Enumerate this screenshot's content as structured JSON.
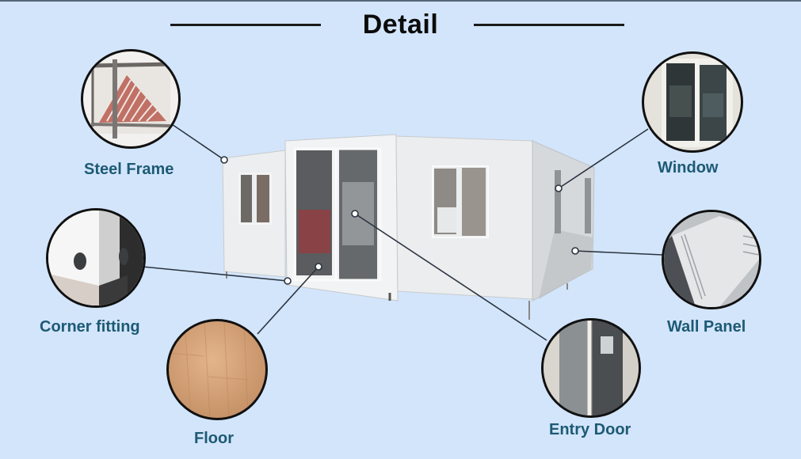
{
  "header": {
    "title": "Detail"
  },
  "colors": {
    "background": "#d3e5fb",
    "label_text": "#1d5a74",
    "title_text": "#0c0c0c",
    "circle_border": "#111111",
    "connector_line": "#2b3440"
  },
  "product": {
    "name": "expandable-container-house"
  },
  "callouts": [
    {
      "id": "steel-frame",
      "label": "Steel Frame",
      "icon": "steel-frame-photo"
    },
    {
      "id": "corner-fitting",
      "label": "Corner fitting",
      "icon": "corner-fitting-photo"
    },
    {
      "id": "floor",
      "label": "Floor",
      "icon": "floor-photo"
    },
    {
      "id": "window",
      "label": "Window",
      "icon": "window-photo"
    },
    {
      "id": "wall-panel",
      "label": "Wall Panel",
      "icon": "wall-panel-photo"
    },
    {
      "id": "entry-door",
      "label": "Entry Door",
      "icon": "entry-door-photo"
    }
  ]
}
